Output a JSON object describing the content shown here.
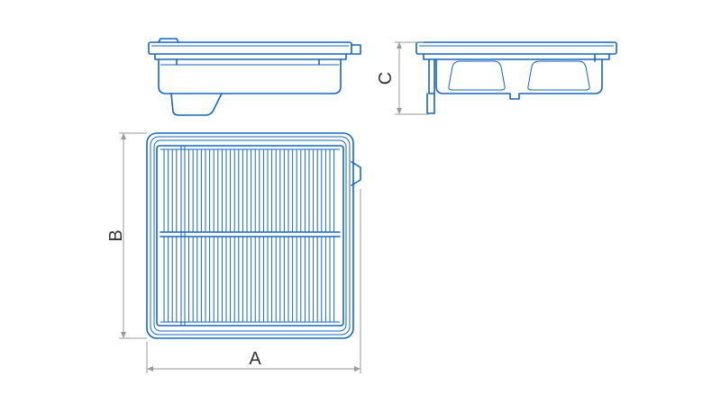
{
  "colors": {
    "outline": "#1565c0",
    "dimension": "#9a9a9a",
    "label": "#333333"
  },
  "dimensions": {
    "a_label": "A",
    "b_label": "B",
    "c_label": "C"
  }
}
